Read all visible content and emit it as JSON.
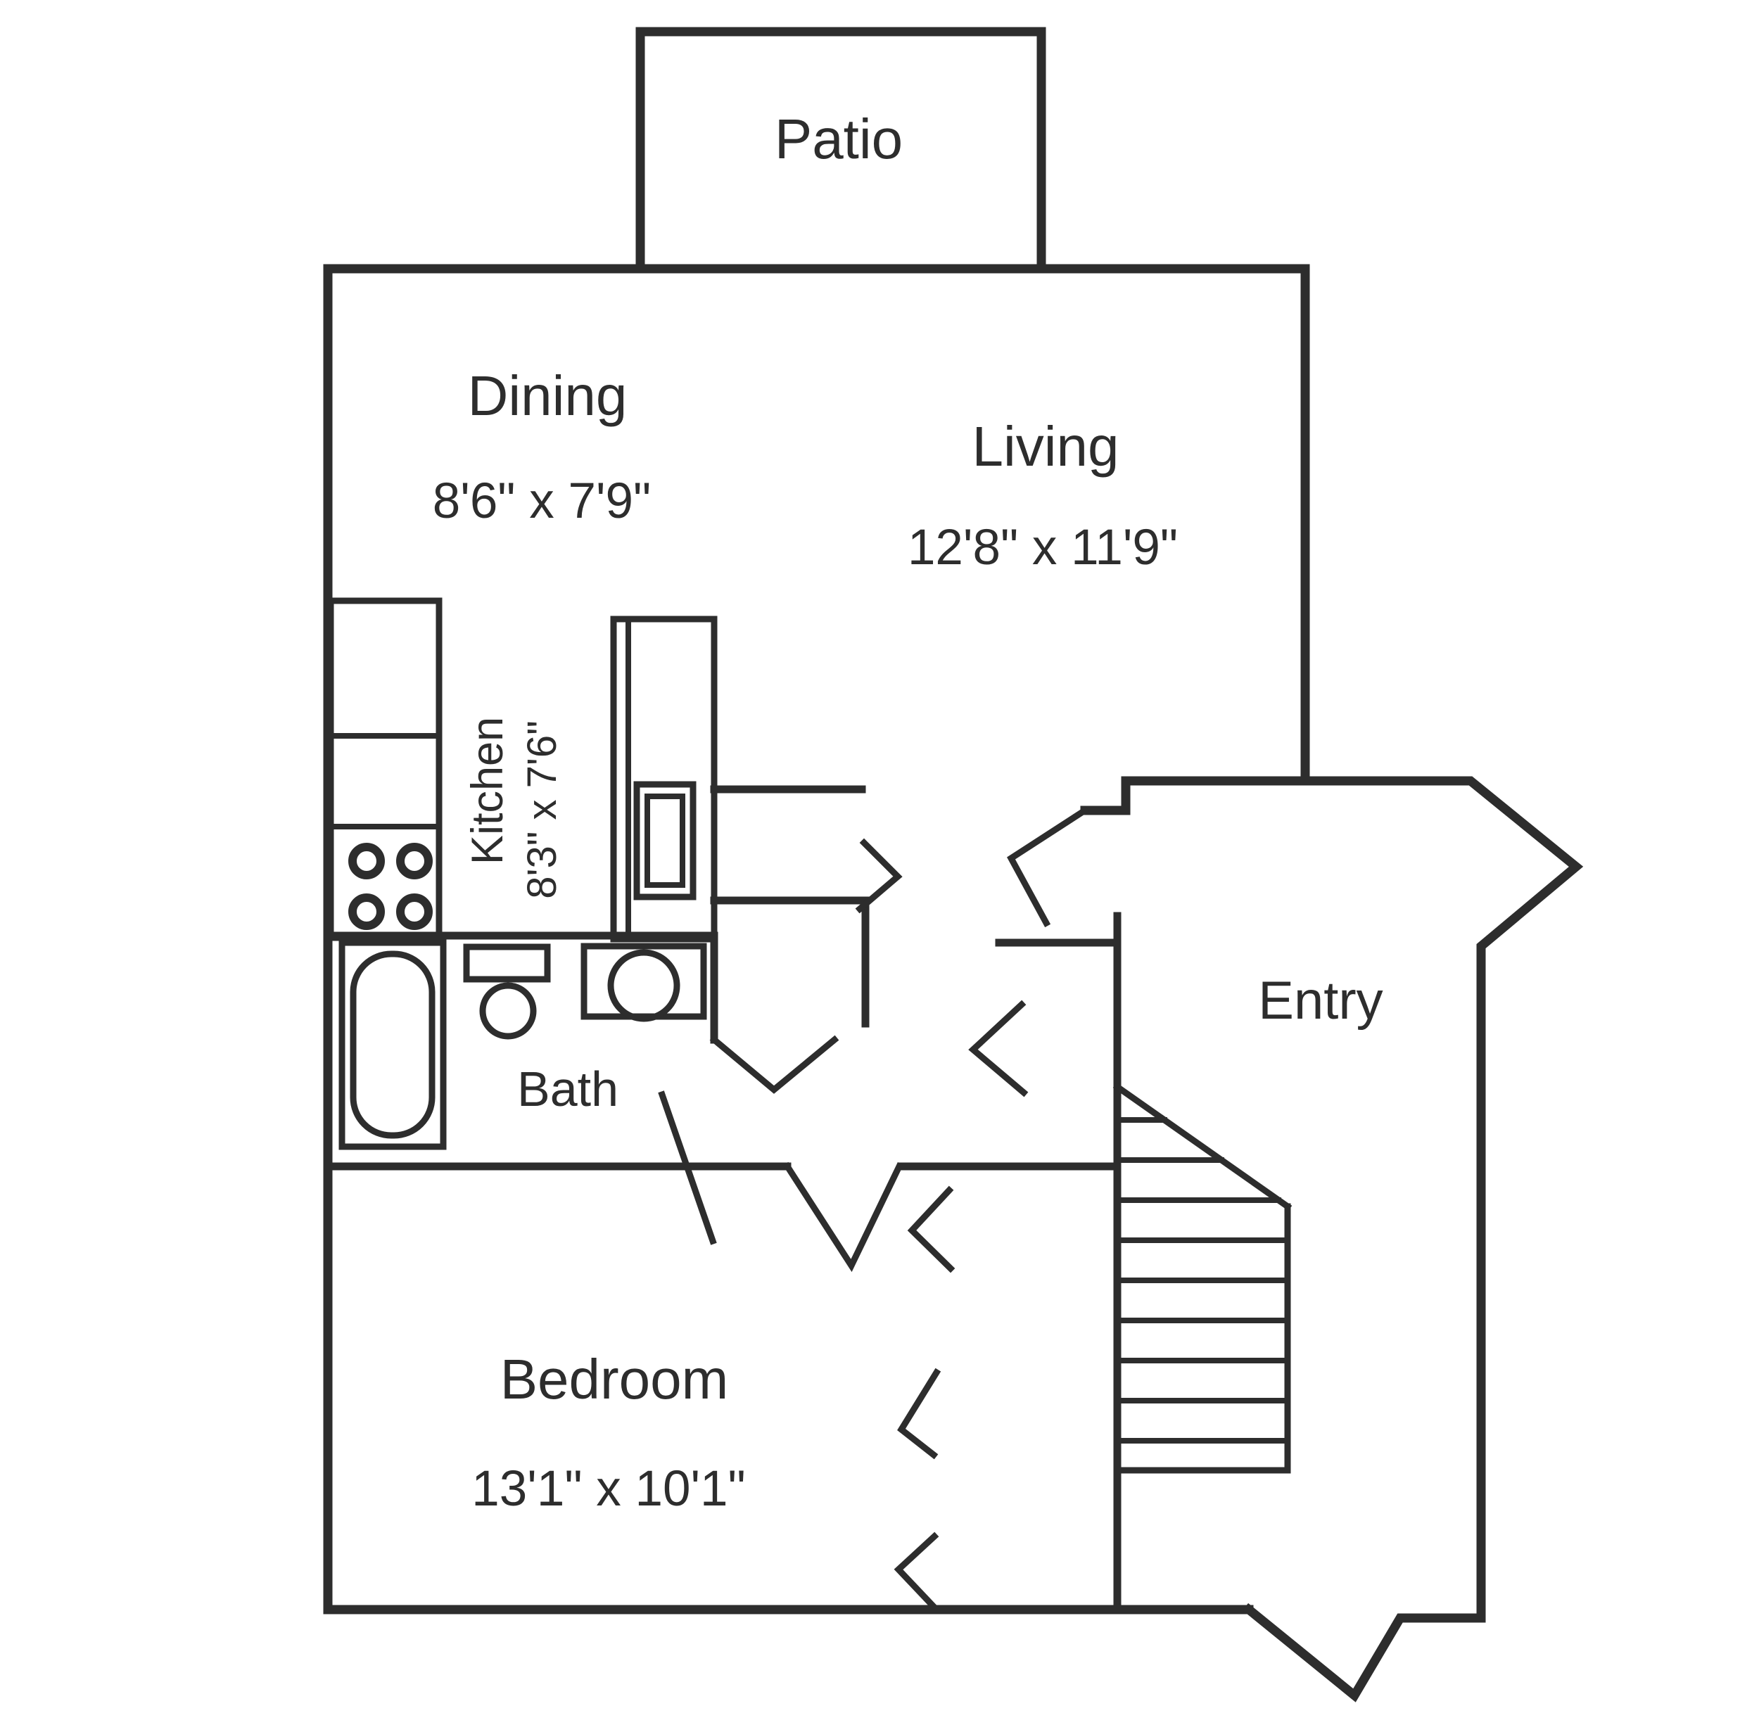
{
  "title": "Apartment floor plan",
  "colors": {
    "line": "#2d2d2d",
    "background": "#ffffff"
  },
  "rooms": {
    "patio": {
      "label": "Patio"
    },
    "dining": {
      "label": "Dining",
      "dimensions": "8'6\" x 7'9\""
    },
    "living": {
      "label": "Living",
      "dimensions": "12'8\" x 11'9\""
    },
    "kitchen": {
      "label": "Kitchen",
      "dimensions": "8'3\" x 7'6\""
    },
    "bath": {
      "label": "Bath"
    },
    "entry": {
      "label": "Entry"
    },
    "bedroom": {
      "label": "Bedroom",
      "dimensions": "13'1\" x 10'1\""
    }
  },
  "fixtures": [
    {
      "name": "refrigerator-counter-icon",
      "room": "kitchen"
    },
    {
      "name": "stove-burners-icon",
      "room": "kitchen"
    },
    {
      "name": "kitchen-sink-counter-icon",
      "room": "kitchen"
    },
    {
      "name": "bathtub-icon",
      "room": "bath"
    },
    {
      "name": "bathroom-sink-icon",
      "room": "bath"
    },
    {
      "name": "toilet-icon",
      "room": "bath"
    },
    {
      "name": "staircase-icon",
      "room": "entry"
    },
    {
      "name": "door-swing-icon",
      "room": "various"
    },
    {
      "name": "wall-break-icon",
      "room": "bedroom"
    }
  ]
}
